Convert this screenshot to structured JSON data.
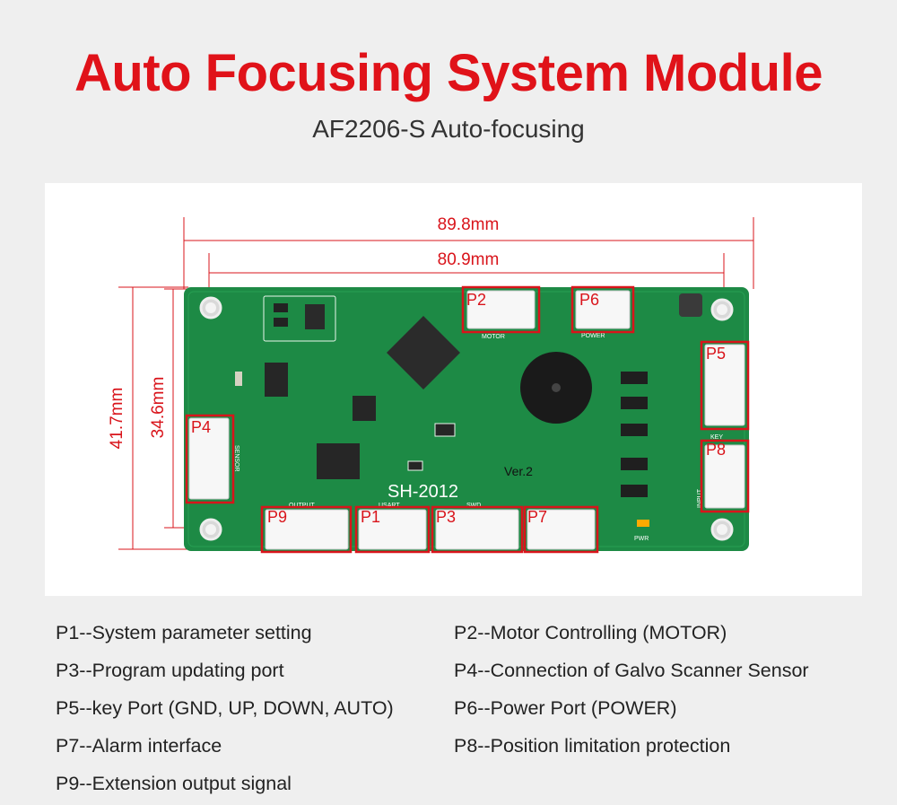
{
  "header": {
    "title": "Auto Focusing System Module",
    "subtitle": "AF2206-S Auto-focusing"
  },
  "dimensions": {
    "overall_length": "89.8mm",
    "hole_spacing_length": "80.9mm",
    "overall_width": "41.7mm",
    "hole_spacing_width": "34.6mm"
  },
  "board": {
    "marking": "SH-2012",
    "version": "Ver.2",
    "silk_labels": {
      "motor": "MOTOR",
      "power": "POWER",
      "sensor": "SENSOR",
      "output": "OUTPUT",
      "usart": "USART",
      "swd": "SWD",
      "input": "INPUT",
      "key": "KEY",
      "pwr": "PWR"
    },
    "ports": {
      "p1": "P1",
      "p2": "P2",
      "p3": "P3",
      "p4": "P4",
      "p5": "P5",
      "p6": "P6",
      "p7": "P7",
      "p8": "P8",
      "p9": "P9"
    },
    "colors": {
      "pcb": "#1d8a45",
      "callout": "#d9141b"
    }
  },
  "specs": [
    "P1--System parameter setting",
    "P2--Motor Controlling (MOTOR)",
    "P3--Program updating port",
    "P4--Connection of Galvo Scanner Sensor",
    "P5--key Port (GND, UP, DOWN, AUTO)",
    "P6--Power Port (POWER)",
    "P7--Alarm interface",
    "P8--Position limitation protection",
    "P9--Extension output signal"
  ]
}
